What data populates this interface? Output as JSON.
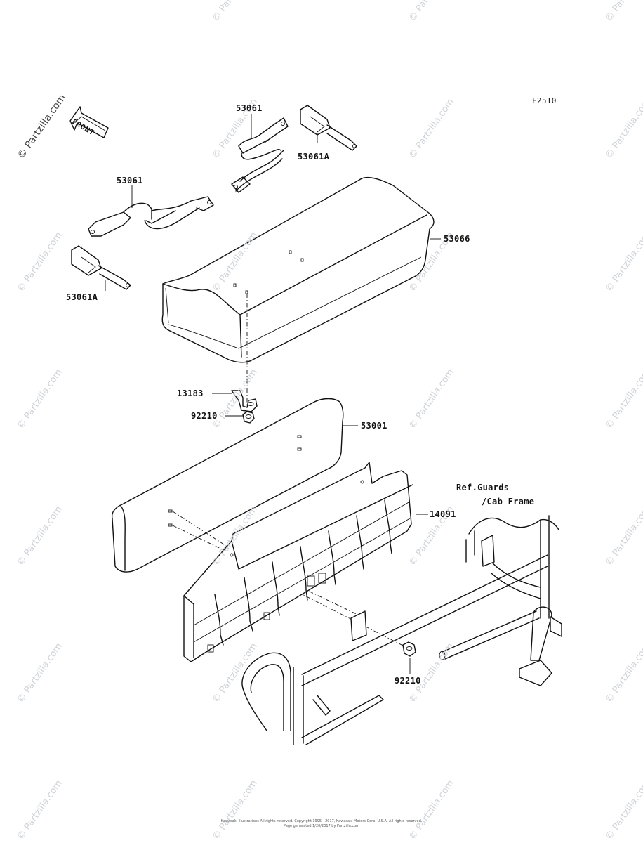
{
  "figure_code": "F2510",
  "front_label": "FRONT",
  "watermark": "© Partzilla.com",
  "callouts": [
    {
      "id": "c-53061-top",
      "text": "53061"
    },
    {
      "id": "c-53061a-top",
      "text": "53061A"
    },
    {
      "id": "c-53061-left",
      "text": "53061"
    },
    {
      "id": "c-53066",
      "text": "53066"
    },
    {
      "id": "c-53061a-left",
      "text": "53061A"
    },
    {
      "id": "c-13183",
      "text": "13183"
    },
    {
      "id": "c-92210-a",
      "text": "92210"
    },
    {
      "id": "c-53001",
      "text": "53001"
    },
    {
      "id": "c-refguards",
      "text": "Ref.Guards"
    },
    {
      "id": "c-cabframe",
      "text": "/Cab Frame"
    },
    {
      "id": "c-14091",
      "text": "14091"
    },
    {
      "id": "c-92210-b",
      "text": "92210"
    }
  ],
  "footer": {
    "line1": "Kawasaki Illustrations All rights reserved. Copyright 1995 - 2017, Kawasaki Motors Corp. U.S.A. All rights reserved.",
    "line2": "Page generated 1/20/2017 by Partzilla.com"
  }
}
